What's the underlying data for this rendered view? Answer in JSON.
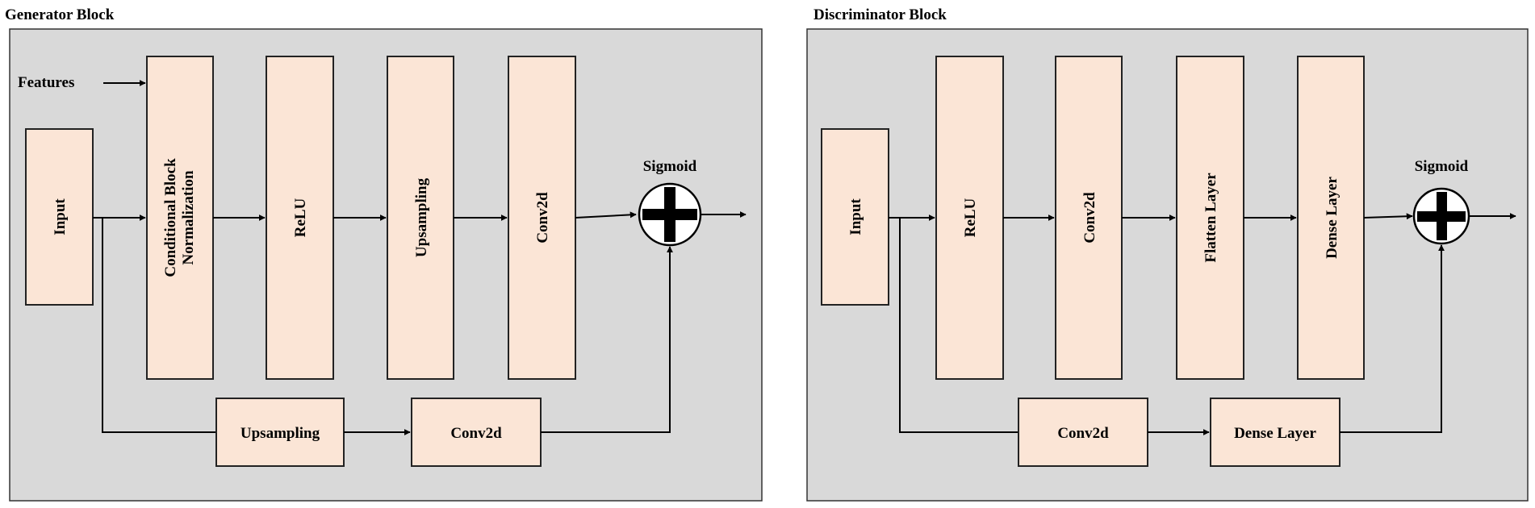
{
  "generator": {
    "title": "Generator Block",
    "features_label": "Features",
    "input_label": "Input",
    "cbn_line1": "Conditional Block",
    "cbn_line2": "Normalization",
    "relu_label": "ReLU",
    "upsampling_label": "Upsampling",
    "conv2d_label": "Conv2d",
    "sigmoid_label": "Sigmoid",
    "skip_upsampling_label": "Upsampling",
    "skip_conv2d_label": "Conv2d"
  },
  "discriminator": {
    "title": "Discriminator Block",
    "input_label": "Input",
    "relu_label": "ReLU",
    "conv2d_label": "Conv2d",
    "flatten_label": "Flatten Layer",
    "dense_label": "Dense Layer",
    "sigmoid_label": "Sigmoid",
    "skip_conv2d_label": "Conv2d",
    "skip_dense_label": "Dense Layer"
  },
  "colors": {
    "panel_fill": "#d9d9d9",
    "block_fill": "#fbe5d6",
    "line": "#000000"
  }
}
